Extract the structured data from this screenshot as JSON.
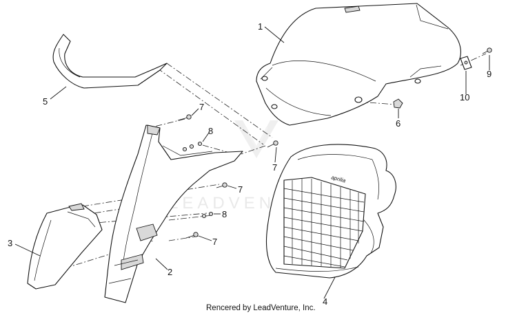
{
  "diagram": {
    "callouts": [
      "1",
      "2",
      "3",
      "4",
      "5",
      "6",
      "7",
      "8",
      "9",
      "10"
    ],
    "part_badge_text": "aprilia",
    "watermark_text": "LEADVENTURE",
    "footer_text": "Rencered by LeadVenture, Inc."
  }
}
